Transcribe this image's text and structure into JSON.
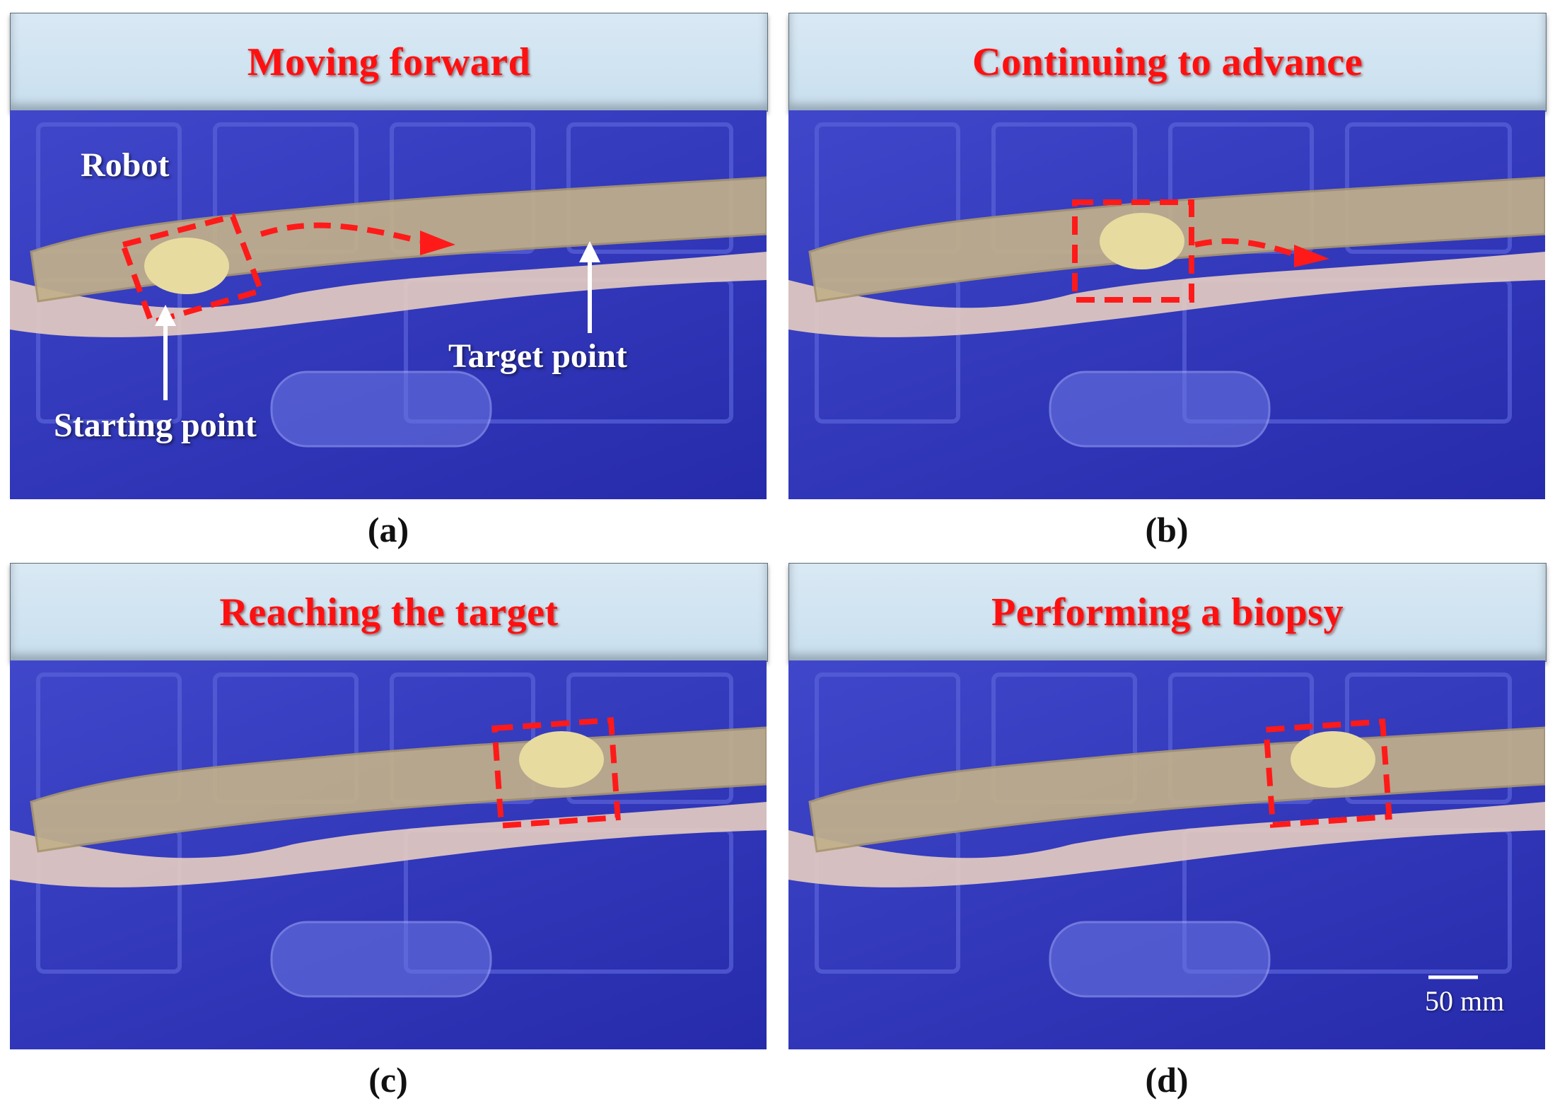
{
  "panels": [
    {
      "id": "a",
      "title": "Moving forward",
      "caption": "(a)",
      "annotations": {
        "robot": "Robot",
        "start": "Starting point",
        "target": "Target point"
      }
    },
    {
      "id": "b",
      "title": "Continuing to advance",
      "caption": "(b)"
    },
    {
      "id": "c",
      "title": "Reaching the target",
      "caption": "(c)"
    },
    {
      "id": "d",
      "title": "Performing a biopsy",
      "caption": "(d)",
      "scale_bar": "50 mm"
    }
  ],
  "colors": {
    "title_red": "#ff1010",
    "banner_blue": "#cfe3f1",
    "tray_blue": "#2d33b8",
    "marker_red": "#ff1a1a",
    "intestine": "#c2b08a"
  }
}
